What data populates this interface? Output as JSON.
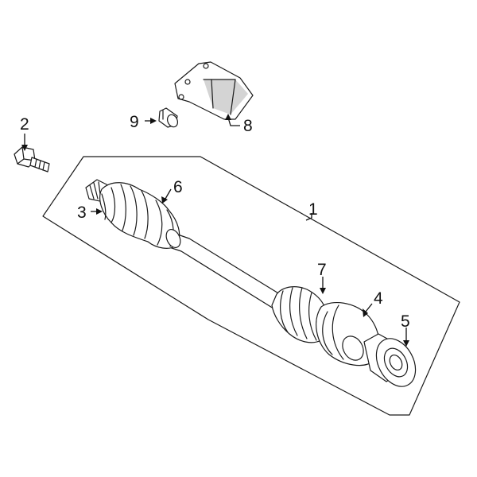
{
  "callouts": {
    "c1": "1",
    "c2": "2",
    "c3": "3",
    "c4": "4",
    "c5": "5",
    "c6": "6",
    "c7": "7",
    "c8": "8",
    "c9": "9"
  },
  "colors": {
    "line": "#1a1a1a",
    "shading": "#d4d4d4",
    "background": "#ffffff"
  }
}
